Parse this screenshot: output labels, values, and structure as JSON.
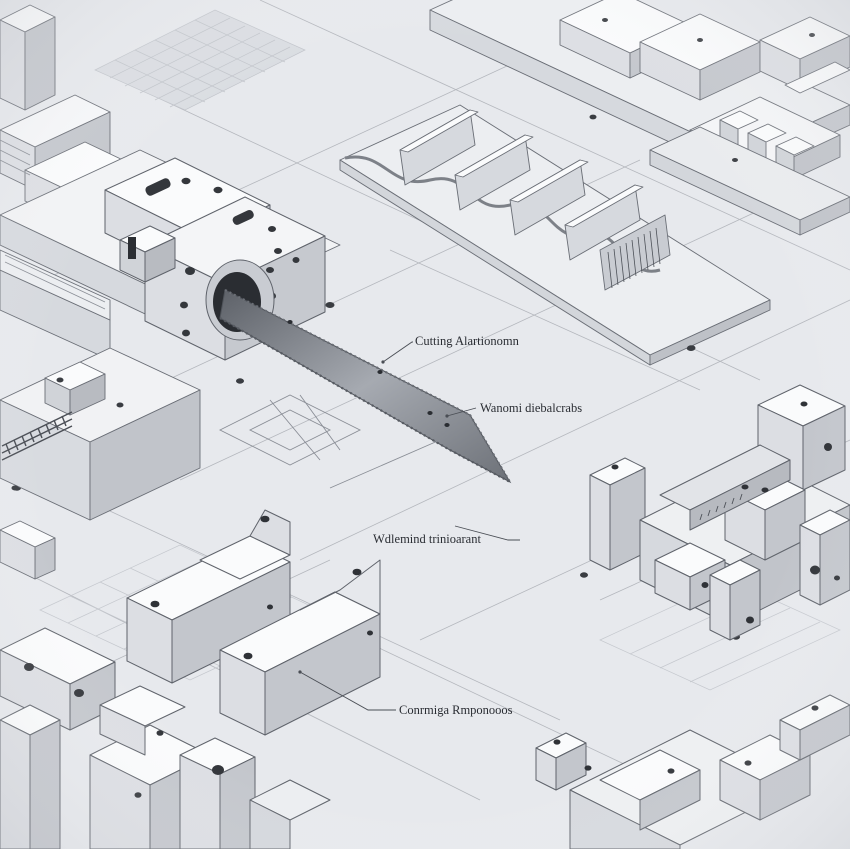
{
  "labels": {
    "cutting": "Cutting Alartionomn",
    "wanomi": "Wanomi diebalcrabs",
    "welemind": "Wdlemind trinioarant",
    "conmiga": "Conrmiga Rmponooos"
  },
  "colors": {
    "background": "#e6e8ec",
    "block_top": "#fbfbfc",
    "block_left": "#dcdee3",
    "block_right": "#c3c6cc",
    "edge": "#6a6e76",
    "line": "#8a8e96",
    "blade": "#8c9097"
  }
}
